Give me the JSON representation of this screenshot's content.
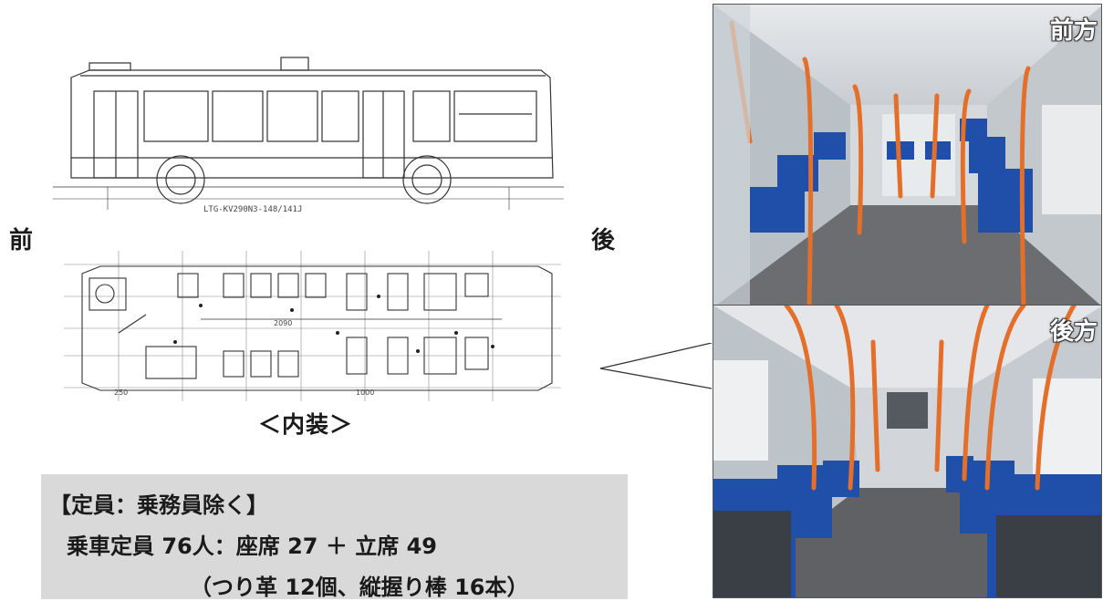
{
  "labels": {
    "front": "前",
    "rear": "後",
    "interior_caption": "＜内装＞"
  },
  "capacity": {
    "line1": "【定員：乗務員除く】",
    "line2": "乗車定員 76人：座席 27 ＋ 立席 49",
    "line3": "（つり革 12個、縦握り棒 16本）"
  },
  "photos": {
    "front_label": "前方",
    "rear_label": "後方"
  },
  "drawing_text": {
    "side_code": "LTG-KV290N3-148/141J",
    "dim_center": "2090",
    "dim_bottom": "1000",
    "dim_left_bottom": "250"
  },
  "colors": {
    "pole_orange": "#e36f2a",
    "seat_blue": "#1f4fa8",
    "box_gray": "#d9d9d9"
  }
}
